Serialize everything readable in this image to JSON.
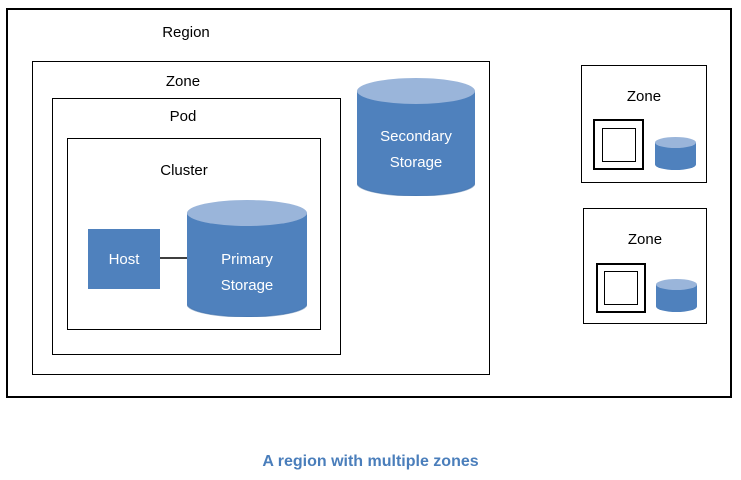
{
  "diagram": {
    "region_label": "Region",
    "zone_label": "Zone",
    "pod_label": "Pod",
    "cluster_label": "Cluster",
    "host_label": "Host",
    "primary_storage": {
      "line1": "Primary",
      "line2": "Storage"
    },
    "secondary_storage": {
      "line1": "Secondary",
      "line2": "Storage"
    },
    "zone2_label": "Zone",
    "zone3_label": "Zone"
  },
  "caption": "A region with multiple zones",
  "colors": {
    "shape_fill": "#4f81bd",
    "shape_top": "#9ab5da",
    "shape_rim": "#3e6da5",
    "shape_text": "#ffffff",
    "label_text": "#000000",
    "box_border": "#000000",
    "connector": "#3f3f3f",
    "caption_text": "#4a7ebb"
  }
}
